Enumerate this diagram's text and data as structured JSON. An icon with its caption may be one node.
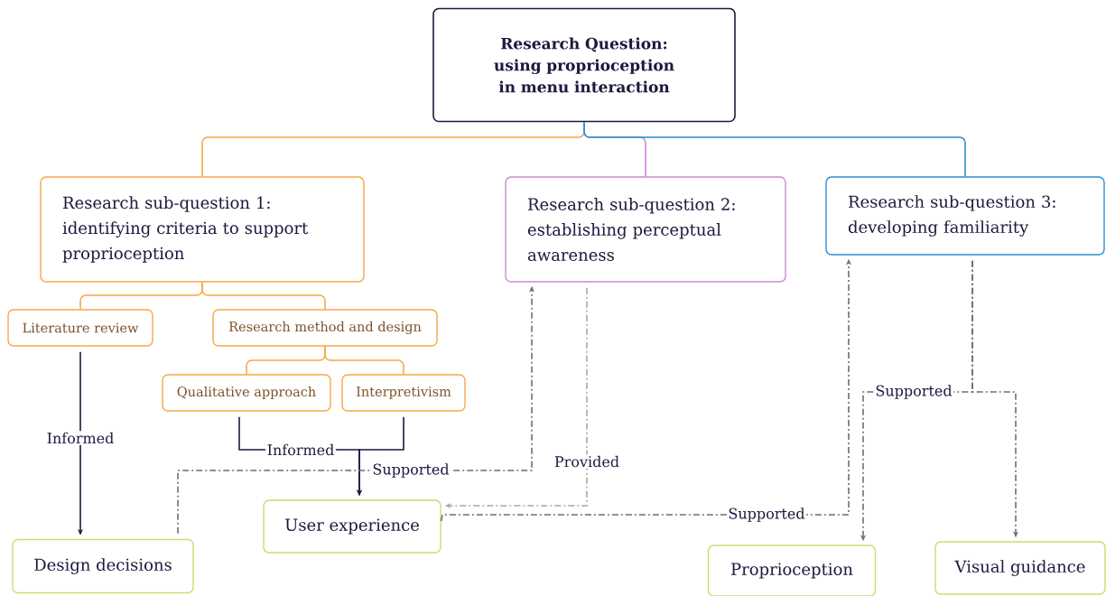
{
  "diagram": {
    "nodes": [
      {
        "text": [
          "Research Question:",
          "using proprioception in menu interaction"
        ]
      },
      {
        "text": [
          "Research sub-question 1:",
          "identifying criteria to support proprioception"
        ]
      },
      {
        "text": [
          "Research sub-question 2:",
          "establishing perceptual awareness"
        ]
      },
      {
        "text": [
          "Research sub-question 3:",
          "developing familiarity"
        ]
      },
      {
        "text": [
          "Literature review"
        ]
      },
      {
        "text": [
          "Research method and design"
        ]
      },
      {
        "text": [
          "Qualitative approach"
        ]
      },
      {
        "text": [
          "Interpretivism"
        ]
      },
      {
        "text": [
          "User experience"
        ]
      },
      {
        "text": [
          "Design decisions"
        ]
      },
      {
        "text": [
          "Proprioception"
        ]
      },
      {
        "text": [
          "Visual guidance"
        ]
      }
    ],
    "edges": [
      {
        "from": 0,
        "to": 1,
        "arrow": "none",
        "color": "#f5a947"
      },
      {
        "from": 0,
        "to": 2,
        "arrow": "none",
        "color": "#cc88d6"
      },
      {
        "from": 0,
        "to": 3,
        "arrow": "none",
        "color": "#2a8fd0"
      },
      {
        "from": 1,
        "to": 4,
        "arrow": "none",
        "color": "#f5a947"
      },
      {
        "from": 1,
        "to": 5,
        "arrow": "none",
        "color": "#f5a947"
      },
      {
        "from": 5,
        "to": 6,
        "arrow": "none",
        "color": "#f5a947"
      },
      {
        "from": 5,
        "to": 7,
        "arrow": "none",
        "color": "#f5a947"
      },
      {
        "from": 4,
        "to": 9,
        "arrow": "to",
        "label": "Informed",
        "color": "#1c1a3e"
      },
      {
        "from": 6,
        "to": 8,
        "arrow": "to",
        "label": "Informed",
        "color": "#1c1a3e"
      },
      {
        "from": 7,
        "to": 8,
        "arrow": "to",
        "color": "#1c1a3e"
      },
      {
        "from": 9,
        "to": 2,
        "arrow": "to",
        "label": "Supported",
        "style": "dashed",
        "color": "#6e6e6e"
      },
      {
        "from": 2,
        "to": 8,
        "arrow": "to",
        "label": "Provided",
        "style": "dashed",
        "color": "#a8a8a8"
      },
      {
        "from": 8,
        "to": 3,
        "arrow": "to",
        "label": "Supported",
        "style": "dashed",
        "color": "#6e6e6e"
      },
      {
        "from": 3,
        "to": 10,
        "arrow": "to",
        "label": "Supported",
        "style": "dashed",
        "color": "#6e6e6e"
      },
      {
        "from": 3,
        "to": 11,
        "arrow": "to",
        "style": "dashed",
        "color": "#6e6e6e"
      }
    ]
  }
}
